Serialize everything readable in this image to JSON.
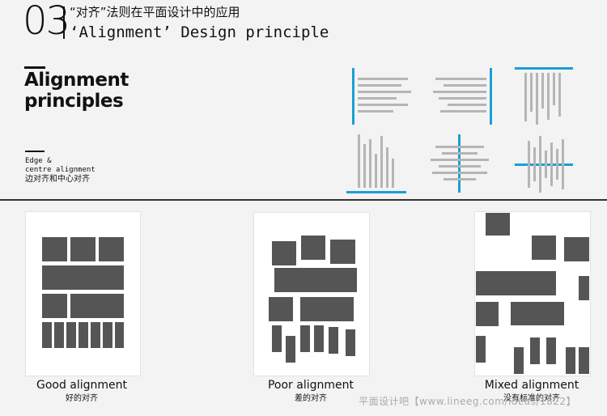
{
  "header": {
    "number": "03",
    "title_cn": "“对齐”法则在平面设计中的应用",
    "title_en": "‘Alignment’ Design principle"
  },
  "section": {
    "title_line1": "Alignment",
    "title_line2": "principles",
    "subtitle_en_line1": "Edge &",
    "subtitle_en_line2": "centre alignment",
    "subtitle_cn": "边对齐和中心对齐"
  },
  "examples": [
    {
      "caption_en": "Good alignment",
      "caption_cn": "好的对齐"
    },
    {
      "caption_en": "Poor alignment",
      "caption_cn": "差的对齐"
    },
    {
      "caption_en": "Mixed alignment",
      "caption_cn": "没有标准的对齐"
    }
  ],
  "watermark": "平面设计吧【www.lineeg.com/ideas/1822】",
  "colors": {
    "accent": "#1a9fd4",
    "bar": "#b5b5b5",
    "block": "#555555"
  }
}
